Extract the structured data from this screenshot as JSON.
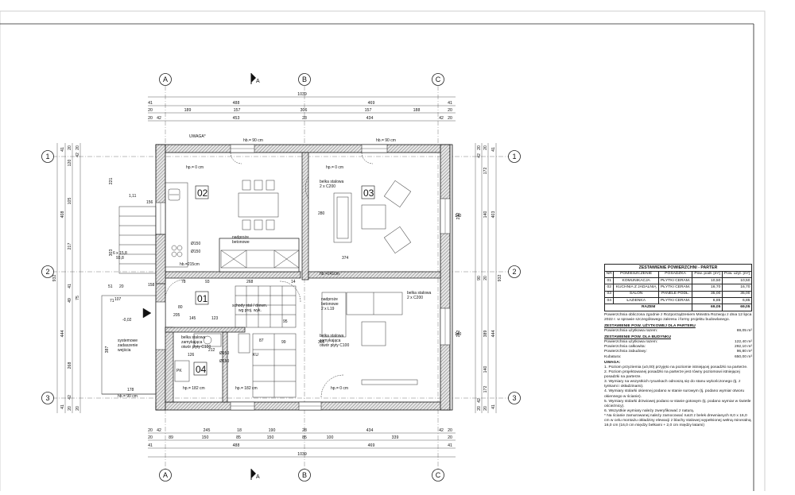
{
  "axes": {
    "columns": [
      "A",
      "B",
      "C"
    ],
    "rows": [
      "1",
      "2",
      "3"
    ]
  },
  "top_dims": {
    "total": "1039",
    "row1": [
      "41",
      "488",
      "469",
      "41"
    ],
    "row2": [
      "20",
      "189",
      "157",
      "306",
      "157",
      "188",
      "20"
    ],
    "row3": [
      "20",
      "42",
      "453",
      "28",
      "434",
      "42",
      "20"
    ]
  },
  "bottom_dims": {
    "total": "1039",
    "row1": [
      "20",
      "42",
      "245",
      "18",
      "190",
      "28",
      "434",
      "42",
      "20"
    ],
    "row2": [
      "20",
      "89",
      "150",
      "85",
      "150",
      "85",
      "100",
      "339",
      "20"
    ],
    "row3": [
      "41",
      "488",
      "469",
      "41"
    ]
  },
  "left_dims": {
    "total": "932",
    "row1": [
      "41",
      "408",
      "444",
      "41"
    ],
    "row2": [
      "20",
      "120",
      "105",
      "217",
      "41",
      "49",
      "268",
      "42",
      "20"
    ],
    "row3": [
      "20",
      "42",
      "221",
      "303",
      "75",
      "387",
      "20"
    ]
  },
  "right_dims": {
    "total": "932",
    "row1": [
      "41",
      "403",
      "444",
      "41"
    ],
    "row2": [
      "20",
      "172",
      "140",
      "20",
      "389",
      "140",
      "172",
      "20"
    ],
    "row3": [
      "20",
      "42",
      "232",
      "90",
      "232",
      "42",
      "20"
    ]
  },
  "rooms": [
    {
      "id": "01",
      "label": "01"
    },
    {
      "id": "02",
      "label": "02"
    },
    {
      "id": "03",
      "label": "03"
    },
    {
      "id": "04",
      "label": "04"
    }
  ],
  "annotations": {
    "uwaga": "UWAGA*",
    "hb_90": "hb.= 90 cm",
    "hp_0": "hp.= 0 cm",
    "hp_182": "hp.= 182 cm",
    "hb_241": "hb.=241cm",
    "hb_215": "hb.=215cm",
    "belka_c200_top": "belka stalowa\n2 x C200",
    "belka_c200_mid": "belka stalowa\n2 x C200",
    "nadproze_top": "nadproże\nbetonowe",
    "nadproze_mid": "nadproże\nbetonowe\n2 x L19",
    "schody": "schody stal / drewn.\nwg proj. wyk.",
    "belka_c100_left": "belka stalowa\nzamykająca\notwór płyty C100",
    "belka_c100_mid": "belka stalowa\nzamykająca\notwór płyty C100",
    "systemowe": "systemowe\nzadaszenie\nwejścia",
    "phi150": "Ø150",
    "ku": "KU",
    "pk": "PK",
    "scale_111": "1,11",
    "scale_156": "156",
    "minus002": "-0,02",
    "n178": "178",
    "n107": "107",
    "n374": "374",
    "n268": "268",
    "n93": "93",
    "n123": "123",
    "n14": "14",
    "n78": "78",
    "n145": "145",
    "n205": "205",
    "n80": "80",
    "n51": "51",
    "n20": "20",
    "n71": "71",
    "n158": "158",
    "n212": "212",
    "n126": "126",
    "n95": "95",
    "n87": "87",
    "n99": "99",
    "n140": "140",
    "n232": "232",
    "n280": "280",
    "n366": "366",
    "n6x158": "6 x 15,8\n93,8"
  },
  "area_table": {
    "title": "ZESTAWIENIE POWIERZCHNI - PARTER",
    "headers": [
      "NR",
      "POMIESZCZENIE",
      "POSADZKA",
      "Pow. podł. [m²]",
      "Pow. użyt. [m²]"
    ],
    "rows": [
      [
        "01",
        "KOMUNIKACJA",
        "PŁYTKI CERAM.",
        "10,50",
        "10,50"
      ],
      [
        "02",
        "KUCHNIA Z JADALNIĄ",
        "PŁYTKI CERAM.",
        "16,70",
        "16,70"
      ],
      [
        "03",
        "SALON",
        "PANELE PODŁ.",
        "35,00",
        "35,00"
      ],
      [
        "04",
        "ŁAZIENKA",
        "PŁYTKI CERAM.",
        "6,85",
        "6,85"
      ]
    ],
    "total_label": "RAZEM",
    "total_values": [
      "69,05",
      "69,05"
    ]
  },
  "notes": {
    "calc_note": "Powierzchnia obliczona zgodnie z Rozporządzeniem Ministra Rozwoju z dnia 12 lipca 2022 r. w sprawie szczegółowego zakresu i formy projektu budowlanego.",
    "usable_title": "ZESTAWIENIE POW. UŻYTKOWEJ DLA PARTERU",
    "usable_label": "Powierzchnia użytkowa razem:",
    "usable_value": "69,05 m²",
    "building_title": "ZESTAWIENIE POW. DLA BUDYNKU",
    "building_rows": [
      [
        "Powierzchnia użytkowa razem:",
        "122,40 m²"
      ],
      [
        "Powierzchnia całkowita:",
        "292,10 m²"
      ],
      [
        "Powierzchnia zabudowy:",
        "96,80 m²"
      ],
      [
        "Kubatura:",
        "650,00 m³"
      ]
    ],
    "uwaga_title": "UWAGA:",
    "remarks": [
      "1. Poziom przyziemia (±0,00) przyjęto na poziomie istniejącej posadzki na parterze.",
      "2. Poziom projektowanej posadzki na parterze jest równy poziomowi istniejącej posadzki na parterze.",
      "3. Wymiary na wszystkich rysunkach odnoszą się do stanu wykończonego (tj. z tynkami i okładzinami).",
      "4. Wymiary stolarki okiennej podano w stanie surowym (tj. podano wymiar otworu okiennego w ścianie).",
      "5. Wymiary stolarki drzwiowej podano w stanie gotowym (tj. podano wymiar w świetle ościeżnicy).",
      "6. Wszystkie wymiary należy zweryfikować z naturą.",
      "* Na ścianie zamurowanej należy zamocować ruszt z belek drewnianych 8,0 x 16,0 cm w celu montażu okładziny elewacji z blachy stalowej wypełnionej wełną mineralną 16,0 cm (16,0 cm między belkami + 2,0 cm między łatami)"
    ]
  }
}
